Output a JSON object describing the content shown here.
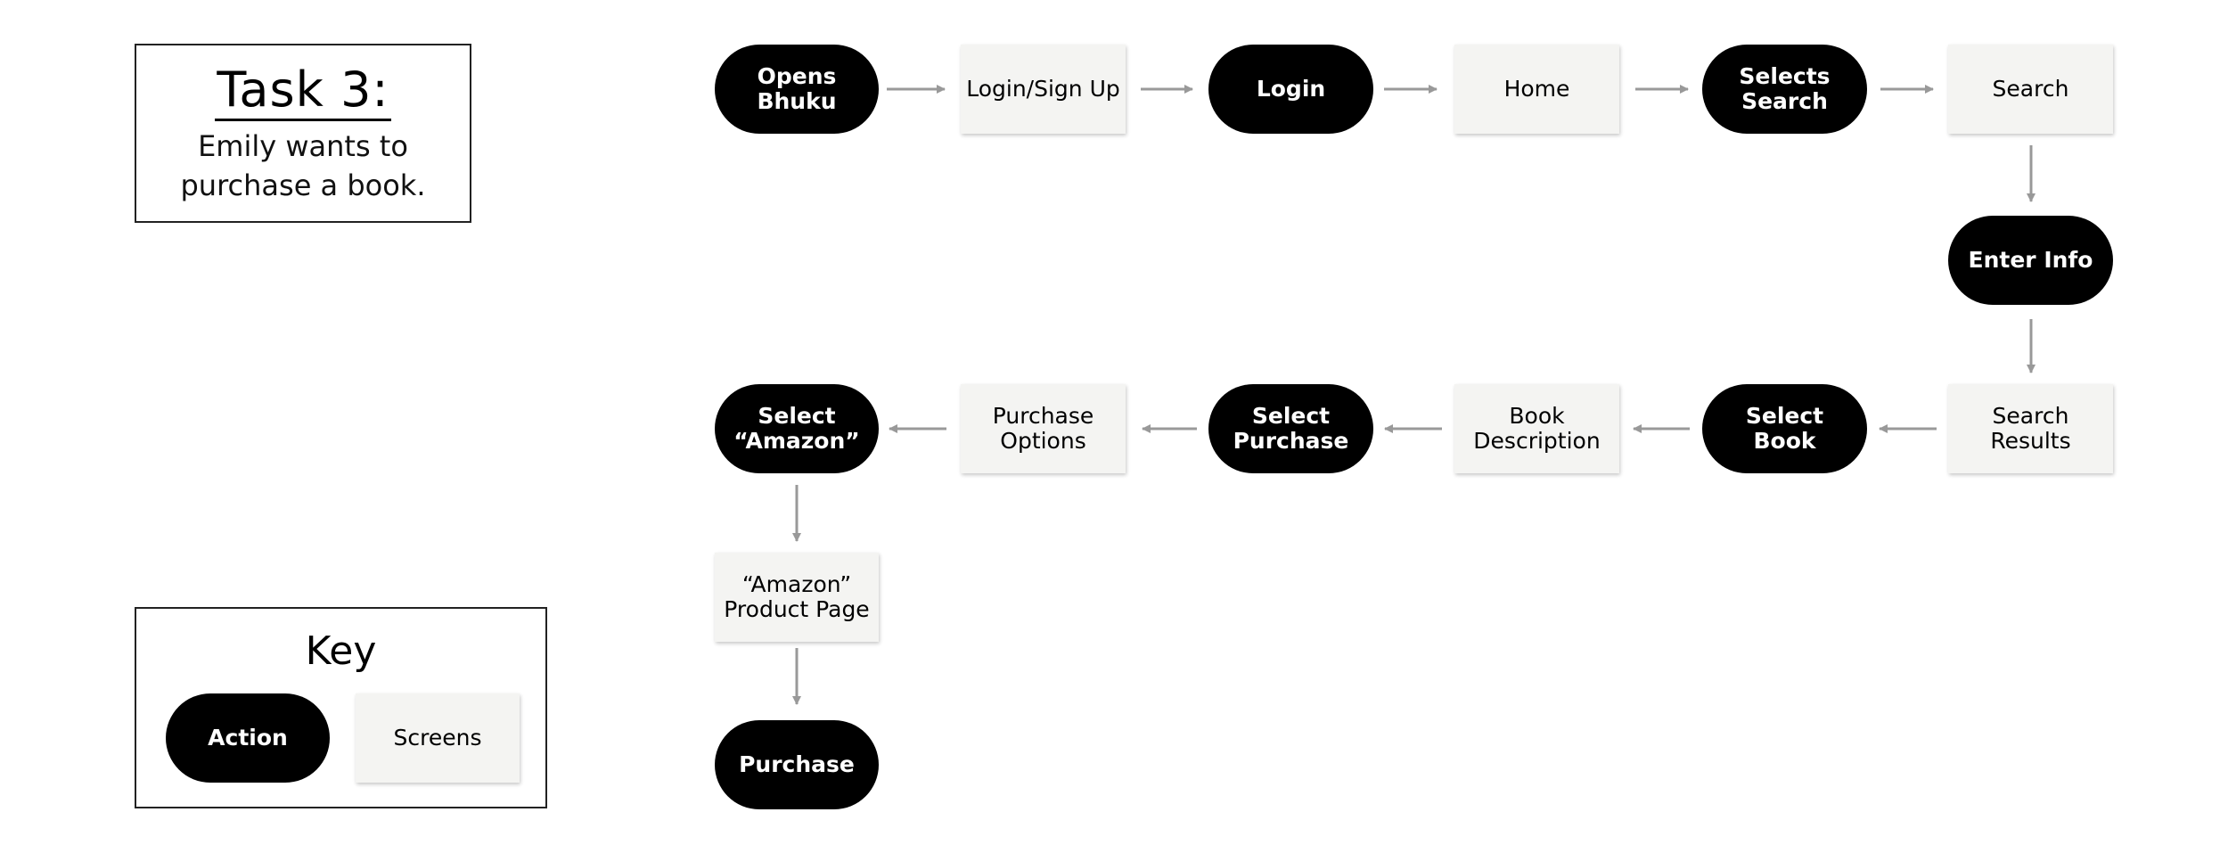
{
  "task": {
    "title": "Task 3:",
    "description": "Emily wants to purchase a book."
  },
  "key": {
    "title": "Key",
    "action_label": "Action",
    "screens_label": "Screens"
  },
  "colors": {
    "action_fill": "#000000",
    "action_text": "#ffffff",
    "screen_fill": "#f4f4f2",
    "screen_text": "#000000",
    "arrow": "#999999"
  },
  "flow": {
    "n1": {
      "type": "action",
      "label": "Opens\nBhuku"
    },
    "n2": {
      "type": "screen",
      "label": "Login/Sign Up"
    },
    "n3": {
      "type": "action",
      "label": "Login"
    },
    "n4": {
      "type": "screen",
      "label": "Home"
    },
    "n5": {
      "type": "action",
      "label": "Selects\nSearch"
    },
    "n6": {
      "type": "screen",
      "label": "Search"
    },
    "n7": {
      "type": "action",
      "label": "Enter Info"
    },
    "n8": {
      "type": "screen",
      "label": "Search\nResults"
    },
    "n9": {
      "type": "action",
      "label": "Select\nBook"
    },
    "n10": {
      "type": "screen",
      "label": "Book\nDescription"
    },
    "n11": {
      "type": "action",
      "label": "Select\nPurchase"
    },
    "n12": {
      "type": "screen",
      "label": "Purchase\nOptions"
    },
    "n13": {
      "type": "action",
      "label": "Select\n“Amazon”"
    },
    "n14": {
      "type": "screen",
      "label": "“Amazon”\nProduct Page"
    },
    "n15": {
      "type": "action",
      "label": "Purchase"
    }
  }
}
